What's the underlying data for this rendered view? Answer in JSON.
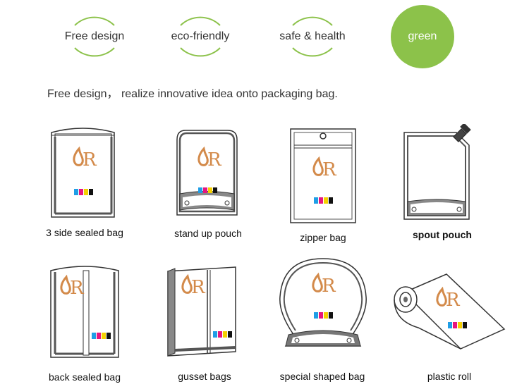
{
  "features": [
    {
      "label": "Free design",
      "style": "outline"
    },
    {
      "label": "eco-friendly",
      "style": "outline"
    },
    {
      "label": "safe & health",
      "style": "outline"
    },
    {
      "label": "green",
      "style": "filled"
    }
  ],
  "tagline": "Free design， realize innovative idea onto packaging bag.",
  "logo_text": "R",
  "colors": {
    "green": "#8cc24a",
    "logo": "#d38a4a",
    "outline": "#333333",
    "swatches": [
      "#1f9ee6",
      "#e6167f",
      "#f5d000",
      "#111111"
    ]
  },
  "bags": [
    {
      "caption": "3 side sealed bag",
      "shape": "three-side-sealed"
    },
    {
      "caption": "stand up pouch",
      "shape": "stand-up-pouch"
    },
    {
      "caption": "zipper bag",
      "shape": "zipper-bag"
    },
    {
      "caption": "spout pouch",
      "shape": "spout-pouch"
    },
    {
      "caption": "back sealed bag",
      "shape": "back-sealed"
    },
    {
      "caption": "gusset bags",
      "shape": "gusset"
    },
    {
      "caption": "special shaped bag",
      "shape": "special-shaped"
    },
    {
      "caption": "plastic roll",
      "shape": "plastic-roll"
    }
  ]
}
